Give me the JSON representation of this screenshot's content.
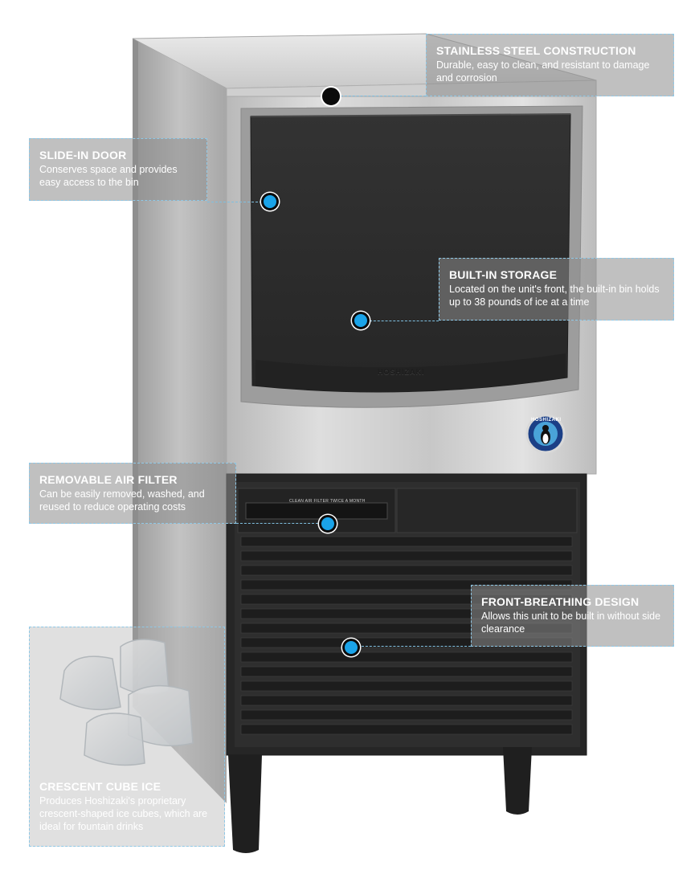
{
  "product": {
    "air_filter_label": "CLEAN AIR FILTER TWICE A MONTH",
    "embossed_brand": "HOSHIZAKI",
    "logo_text": "HOSHIZAKI"
  },
  "callouts": [
    {
      "id": "stainless",
      "title": "STAINLESS STEEL CONSTRUCTION",
      "description": "Durable, easy to clean, and resistant to damage and corrosion"
    },
    {
      "id": "door",
      "title": "SLIDE-IN DOOR",
      "description": "Conserves space and provides easy access to the bin"
    },
    {
      "id": "storage",
      "title": "BUILT-IN STORAGE",
      "description": "Located on the unit's front, the built-in bin holds up to 38 pounds of ice at a time"
    },
    {
      "id": "filter",
      "title": "REMOVABLE AIR FILTER",
      "description": "Can be easily removed, washed, and reused to reduce operating costs"
    },
    {
      "id": "breathing",
      "title": "FRONT-BREATHING DESIGN",
      "description": "Allows this unit to be built in without side clearance"
    },
    {
      "id": "ice",
      "title": "CRESCENT CUBE ICE",
      "description": "Produces Hoshizaki's proprietary crescent-shaped ice cubes, which are ideal for fountain drinks"
    }
  ],
  "colors": {
    "hotspot_fill": "#1aa3e8",
    "callout_bg": "#8c8c8c",
    "callout_border": "#8fc8e6",
    "grille": "#2b2b2b",
    "door": "#2a2a2a"
  },
  "icons": {
    "hotspot": "hotspot-dot-icon",
    "logo": "hoshizaki-penguin-logo-icon"
  }
}
